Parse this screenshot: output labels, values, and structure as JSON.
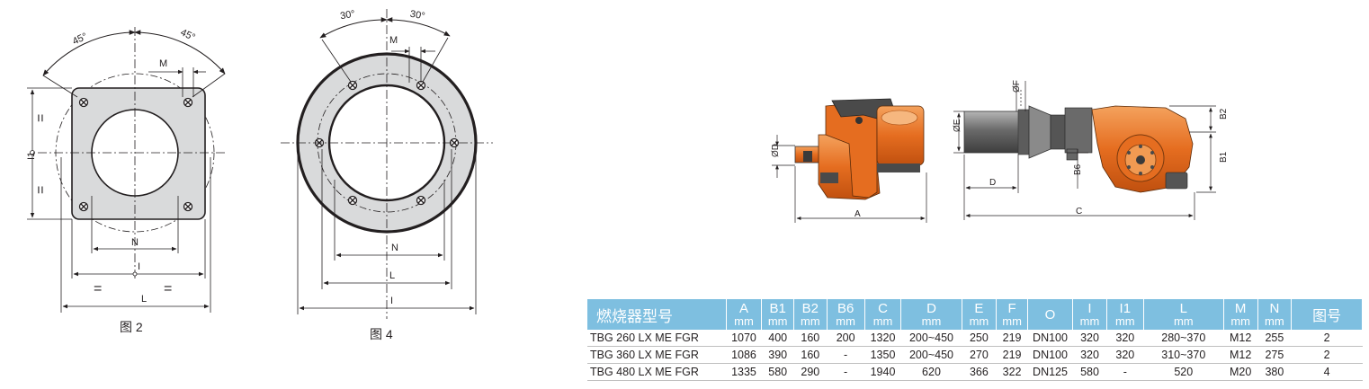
{
  "fig2": {
    "caption": "图 2",
    "labels": {
      "angle_left": "45°",
      "angle_right": "45°",
      "m": "M",
      "i1": "I1",
      "n": "N",
      "i": "I",
      "l": "L",
      "eq": "="
    }
  },
  "fig4": {
    "caption": "图 4",
    "labels": {
      "angle_left": "30°",
      "angle_right": "30°",
      "m": "M",
      "n": "N",
      "l": "L",
      "i": "I"
    }
  },
  "burner": {
    "labels": {
      "a": "A",
      "c": "C",
      "d": "D",
      "od": "ØD",
      "oe": "ØE",
      "of": "ØF",
      "b1": "B1",
      "b2": "B2",
      "b6": "B6"
    },
    "colors": {
      "body": "#e56d20",
      "tube": "#777777",
      "dark": "#4a4a4a"
    }
  },
  "table": {
    "header_color": "#7ebfe0",
    "model_header": "燃烧器型号",
    "figure_header": "图号",
    "columns": [
      {
        "name": "A",
        "unit": "mm"
      },
      {
        "name": "B1",
        "unit": "mm"
      },
      {
        "name": "B2",
        "unit": "mm"
      },
      {
        "name": "B6",
        "unit": "mm"
      },
      {
        "name": "C",
        "unit": "mm"
      },
      {
        "name": "D",
        "unit": "mm"
      },
      {
        "name": "E",
        "unit": "mm"
      },
      {
        "name": "F",
        "unit": "mm"
      },
      {
        "name": "O",
        "unit": ""
      },
      {
        "name": "I",
        "unit": "mm"
      },
      {
        "name": "I1",
        "unit": "mm"
      },
      {
        "name": "L",
        "unit": "mm"
      },
      {
        "name": "M",
        "unit": "mm"
      },
      {
        "name": "N",
        "unit": "mm"
      }
    ],
    "rows": [
      {
        "model": "TBG 260 LX ME FGR",
        "values": [
          "1070",
          "400",
          "160",
          "200",
          "1320",
          "200~450",
          "250",
          "219",
          "DN100",
          "320",
          "320",
          "280~370",
          "M12",
          "255"
        ],
        "figure": "2"
      },
      {
        "model": "TBG 360 LX ME FGR",
        "values": [
          "1086",
          "390",
          "160",
          "-",
          "1350",
          "200~450",
          "270",
          "219",
          "DN100",
          "320",
          "320",
          "310~370",
          "M12",
          "275"
        ],
        "figure": "2"
      },
      {
        "model": "TBG 480 LX ME FGR",
        "values": [
          "1335",
          "580",
          "290",
          "-",
          "1940",
          "620",
          "366",
          "322",
          "DN125",
          "580",
          "-",
          "520",
          "M20",
          "380"
        ],
        "figure": "4"
      }
    ]
  }
}
